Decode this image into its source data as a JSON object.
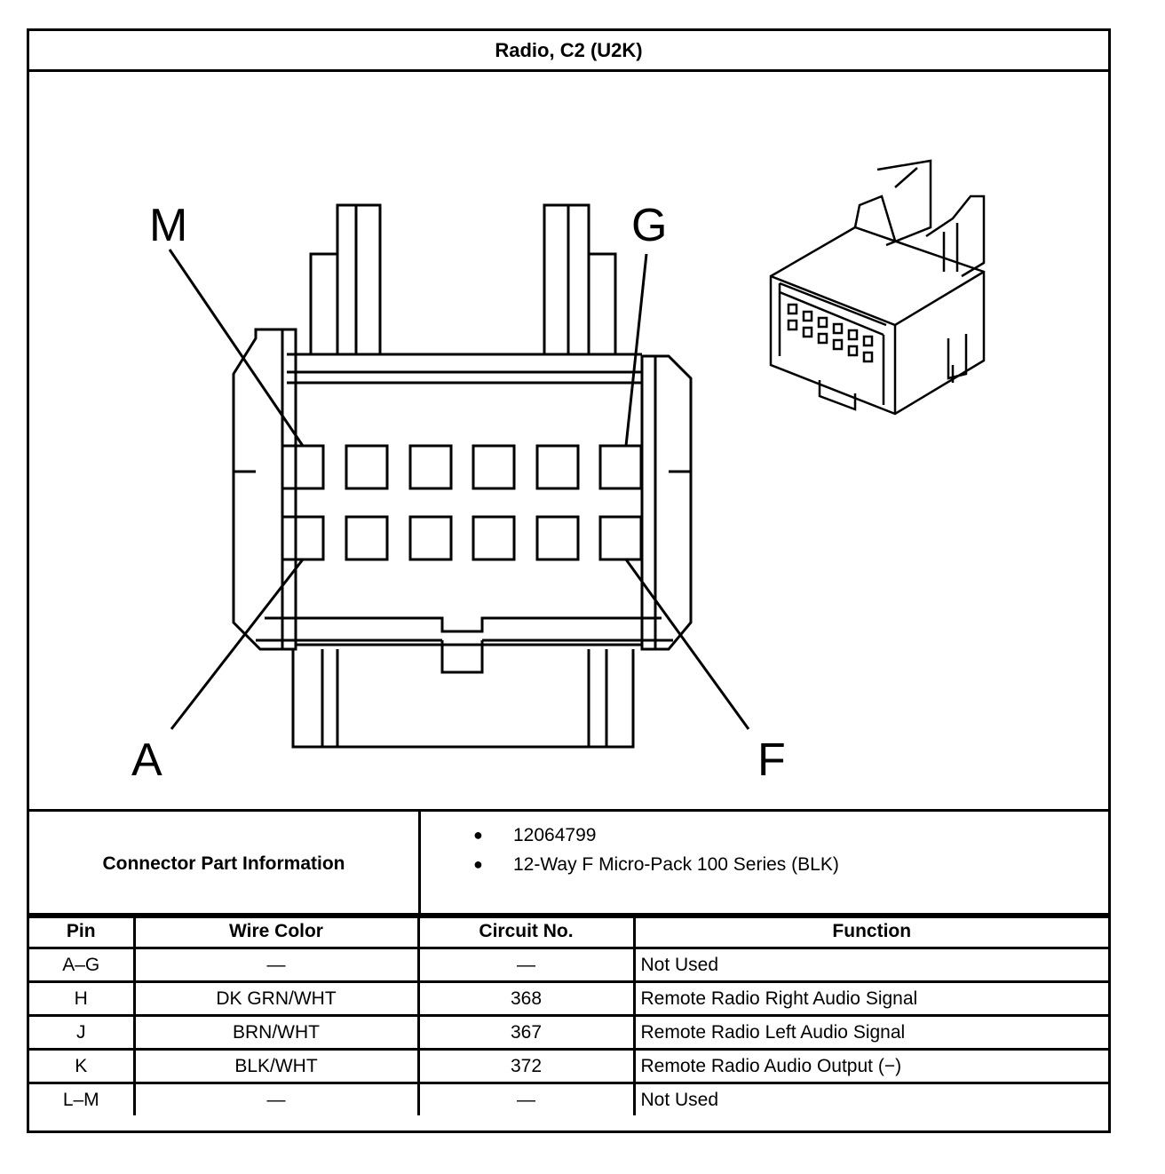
{
  "title": "Radio, C2 (U2K)",
  "diagram": {
    "labels": {
      "m": "M",
      "g": "G",
      "a": "A",
      "f": "F"
    }
  },
  "connector_info": {
    "label": "Connector Part Information",
    "items": [
      "12064799",
      "12-Way F Micro-Pack 100 Series (BLK)"
    ]
  },
  "table": {
    "headers": {
      "pin": "Pin",
      "wire": "Wire Color",
      "circuit": "Circuit No.",
      "function": "Function"
    },
    "rows": [
      {
        "pin": "A–G",
        "wire": "—",
        "circuit": "—",
        "function": "Not Used"
      },
      {
        "pin": "H",
        "wire": "DK GRN/WHT",
        "circuit": "368",
        "function": "Remote Radio Right Audio Signal"
      },
      {
        "pin": "J",
        "wire": "BRN/WHT",
        "circuit": "367",
        "function": "Remote Radio Left Audio Signal"
      },
      {
        "pin": "K",
        "wire": "BLK/WHT",
        "circuit": "372",
        "function": "Remote Radio Audio Output (−)"
      },
      {
        "pin": "L–M",
        "wire": "—",
        "circuit": "—",
        "function": "Not Used"
      }
    ]
  }
}
